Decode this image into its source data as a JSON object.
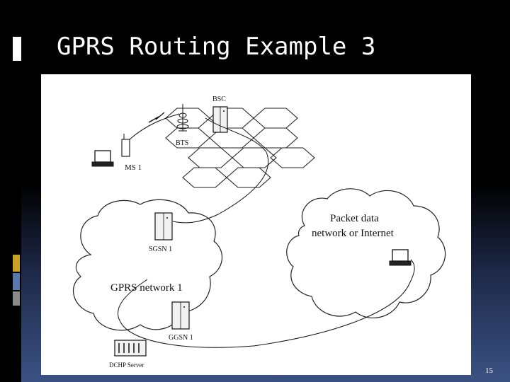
{
  "slide": {
    "title": "GPRS Routing Example 3",
    "page_number": "15"
  },
  "diagram": {
    "labels": {
      "bsc": "BSC",
      "bts": "BTS",
      "ms": "MS 1",
      "sgsn": "SGSN 1",
      "gprs_network": "GPRS network 1",
      "ggsn": "GGSN 1",
      "dhcp": "DCHP Server",
      "packet_line1": "Packet data",
      "packet_line2": "network or Internet"
    }
  },
  "colors": {
    "background": "#000000",
    "title_text": "#ffffff",
    "accent_gold": "#c9a227",
    "accent_blue": "#3b5283"
  }
}
